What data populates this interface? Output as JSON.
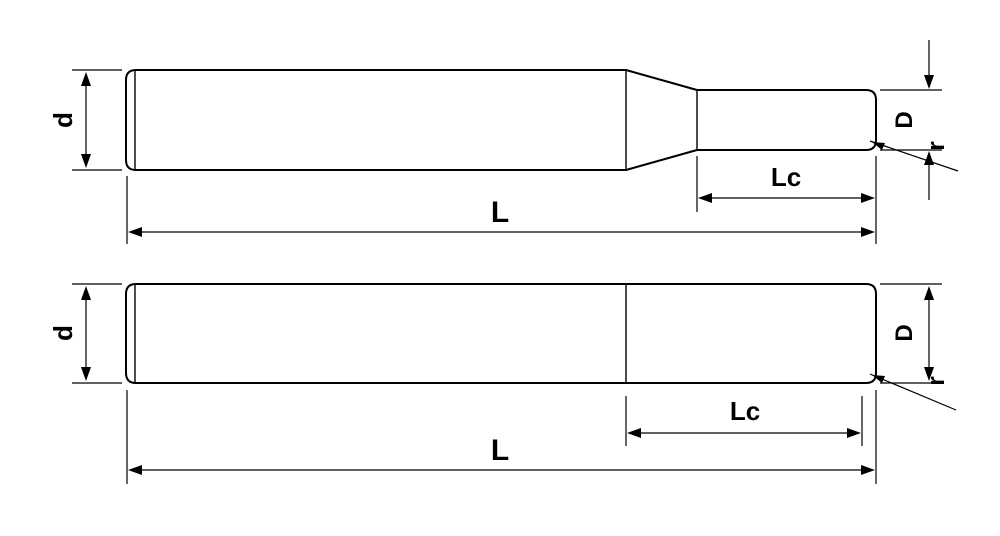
{
  "diagrams": [
    {
      "variant": "reduced-neck end mill",
      "labels": {
        "shank_diameter": "d",
        "overall_length": "L",
        "cutting_length": "Lc",
        "cutting_diameter": "D",
        "corner_radius": "r"
      }
    },
    {
      "variant": "straight end mill",
      "labels": {
        "shank_diameter": "d",
        "overall_length": "L",
        "cutting_length": "Lc",
        "cutting_diameter": "D",
        "corner_radius": "r"
      }
    }
  ]
}
